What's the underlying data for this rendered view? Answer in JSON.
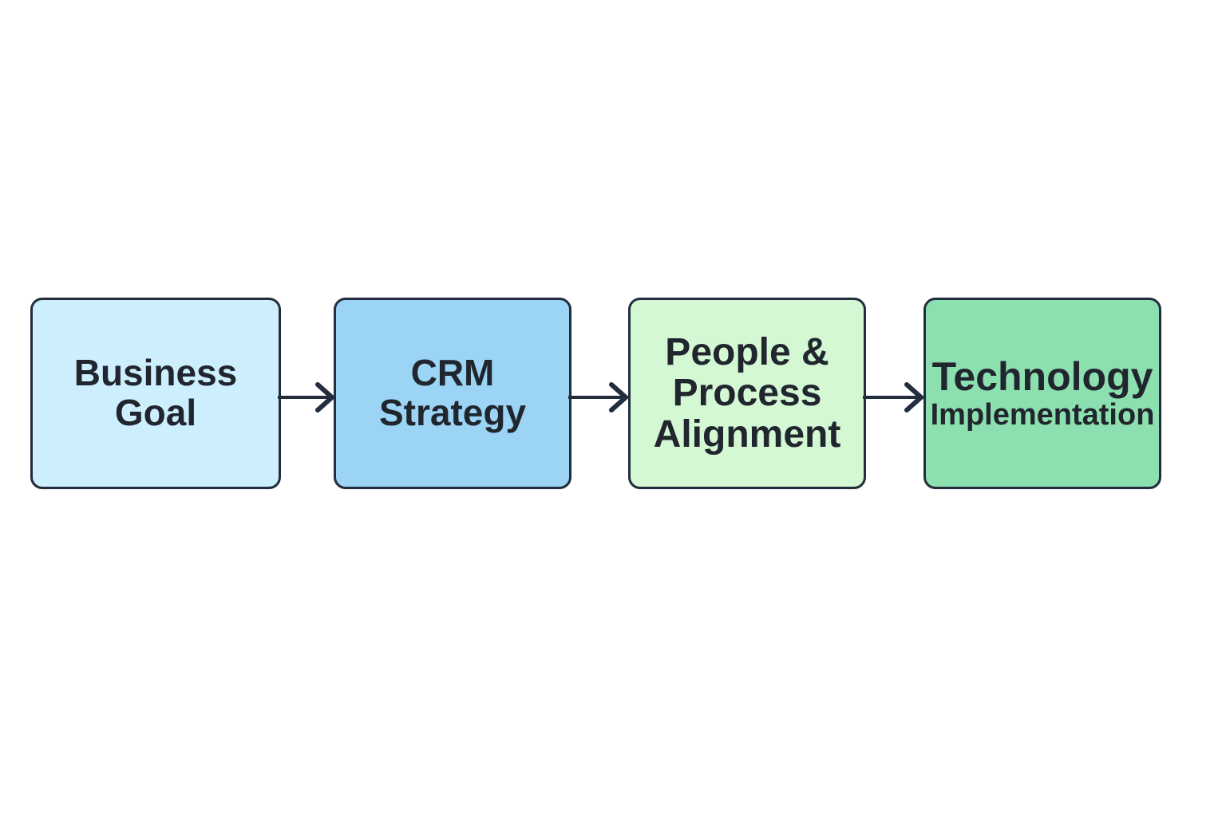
{
  "diagram": {
    "type": "flowchart",
    "orientation": "left-to-right",
    "background_color": "#ffffff",
    "node_border_color": "#222d3d",
    "text_color": "#21262e",
    "arrow_color": "#222d3d",
    "nodes": [
      {
        "id": "business-goal",
        "lines": [
          "Business",
          "Goal"
        ],
        "fill": "#cdeefd"
      },
      {
        "id": "crm-strategy",
        "lines": [
          "CRM",
          "Strategy"
        ],
        "fill": "#9bd4f5"
      },
      {
        "id": "people-process-alignment",
        "lines": [
          "People &",
          "Process",
          "Alignment"
        ],
        "fill": "#d3f8d3"
      },
      {
        "id": "technology-implementation",
        "lines": [
          "Technology",
          "Implementation"
        ],
        "fill": "#8ce0b0"
      }
    ],
    "connectors": [
      {
        "id": "arrow-1",
        "from": "business-goal",
        "to": "crm-strategy",
        "icon": "arrow-right-icon"
      },
      {
        "id": "arrow-2",
        "from": "crm-strategy",
        "to": "people-process-alignment",
        "icon": "arrow-right-icon"
      },
      {
        "id": "arrow-3",
        "from": "people-process-alignment",
        "to": "technology-implementation",
        "icon": "arrow-right-icon"
      }
    ]
  }
}
